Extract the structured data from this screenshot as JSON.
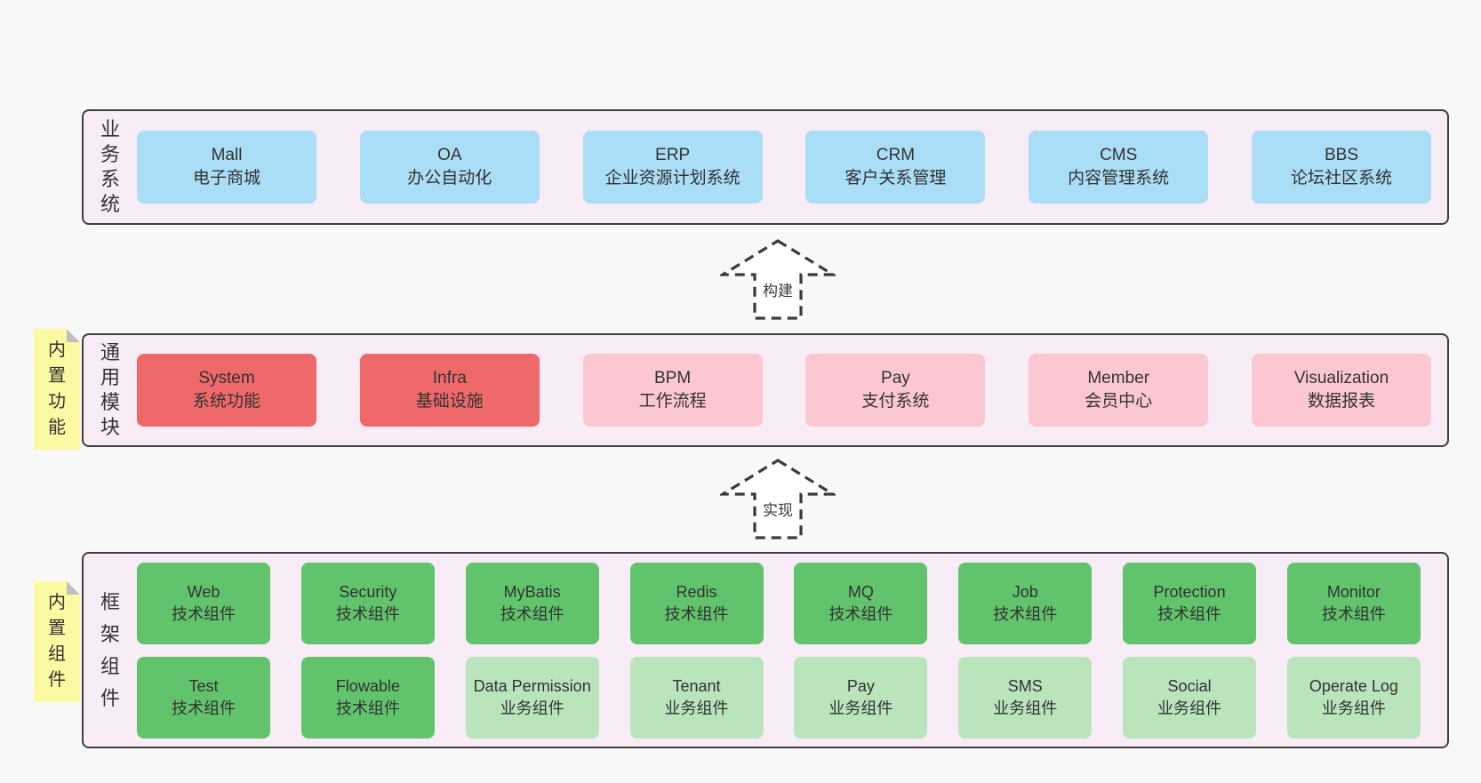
{
  "colors": {
    "canvas_bg": "#f8f8f8",
    "band_bg": "#f8edf6",
    "band_border": "#3f3f3f",
    "box_blue": "#aaddf6",
    "box_red": "#f0696a",
    "box_pink": "#fbc7d0",
    "box_green_dark": "#61c46c",
    "box_green_light": "#b9e4bc",
    "sticky_yellow": "#fbf9a1",
    "sticky_fold_gray": "#bfbfbf",
    "text": "#333333"
  },
  "bands": {
    "business": {
      "label": "业务系统",
      "boxes": [
        {
          "name": "Mall",
          "desc": "电子商城"
        },
        {
          "name": "OA",
          "desc": "办公自动化"
        },
        {
          "name": "ERP",
          "desc": "企业资源计划系统"
        },
        {
          "name": "CRM",
          "desc": "客户关系管理"
        },
        {
          "name": "CMS",
          "desc": "内容管理系统"
        },
        {
          "name": "BBS",
          "desc": "论坛社区系统"
        }
      ]
    },
    "modules": {
      "label": "通用模块",
      "sticky": "内置功能",
      "boxes": [
        {
          "name": "System",
          "desc": "系统功能"
        },
        {
          "name": "Infra",
          "desc": "基础设施"
        },
        {
          "name": "BPM",
          "desc": "工作流程"
        },
        {
          "name": "Pay",
          "desc": "支付系统"
        },
        {
          "name": "Member",
          "desc": "会员中心"
        },
        {
          "name": "Visualization",
          "desc": "数据报表"
        }
      ]
    },
    "components": {
      "label": "框架组件",
      "sticky": "内置组件",
      "row1": [
        {
          "name": "Web",
          "desc": "技术组件"
        },
        {
          "name": "Security",
          "desc": "技术组件"
        },
        {
          "name": "MyBatis",
          "desc": "技术组件"
        },
        {
          "name": "Redis",
          "desc": "技术组件"
        },
        {
          "name": "MQ",
          "desc": "技术组件"
        },
        {
          "name": "Job",
          "desc": "技术组件"
        },
        {
          "name": "Protection",
          "desc": "技术组件"
        },
        {
          "name": "Monitor",
          "desc": "技术组件"
        }
      ],
      "row2": [
        {
          "name": "Test",
          "desc": "技术组件"
        },
        {
          "name": "Flowable",
          "desc": "技术组件"
        },
        {
          "name": "Data Permission",
          "desc": "业务组件"
        },
        {
          "name": "Tenant",
          "desc": "业务组件"
        },
        {
          "name": "Pay",
          "desc": "业务组件"
        },
        {
          "name": "SMS",
          "desc": "业务组件"
        },
        {
          "name": "Social",
          "desc": "业务组件"
        },
        {
          "name": "Operate Log",
          "desc": "业务组件"
        }
      ]
    }
  },
  "arrows": {
    "build": {
      "label": "构建"
    },
    "implement": {
      "label": "实现"
    }
  }
}
